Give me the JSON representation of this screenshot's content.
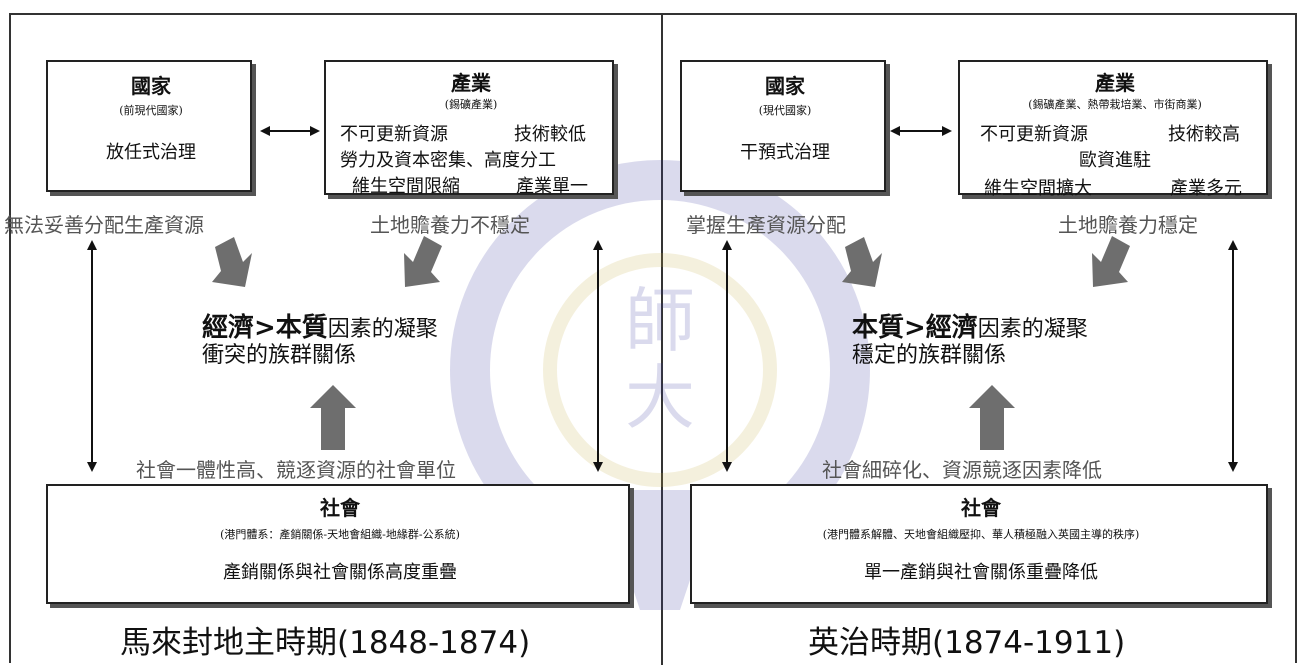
{
  "left": {
    "state": {
      "title": "國家",
      "subtitle": "(前現代國家)",
      "body": "放任式治理"
    },
    "industry": {
      "title": "產業",
      "subtitle": "(錫礦產業)",
      "line1a": "不可更新資源",
      "line1b": "技術較低",
      "line2": "勞力及資本密集、高度分工",
      "line3a": "維生空間限縮",
      "line3b": "產業單一"
    },
    "label_state": "無法妥善分配生產資源",
    "label_industry": "土地贍養力不穩定",
    "center_bold": "經濟>本質",
    "center_rest": "因素的凝聚",
    "center_line2": "衝突的族群關係",
    "society_label": "社會一體性高、競逐資源的社會單位",
    "society": {
      "title": "社會",
      "subtitle": "(港門體系：產銷關係-天地會組織-地緣群-公系統)",
      "body": "產銷關係與社會關係高度重疊"
    },
    "period": "馬來封地主時期(1848-1874)"
  },
  "right": {
    "state": {
      "title": "國家",
      "subtitle": "(現代國家)",
      "body": "干預式治理"
    },
    "industry": {
      "title": "產業",
      "subtitle": "(錫礦產業、熱帶栽培業、市街商業)",
      "line1a": "不可更新資源",
      "line1b": "技術較高",
      "line2": "歐資進駐",
      "line3a": "維生空間擴大",
      "line3b": "產業多元"
    },
    "label_state": "掌握生產資源分配",
    "label_industry": "土地贍養力穩定",
    "center_bold": "本質>經濟",
    "center_rest": "因素的凝聚",
    "center_line2": "穩定的族群關係",
    "society_label": "社會細碎化、資源競逐因素降低",
    "society": {
      "title": "社會",
      "subtitle": "(港門體系解體、天地會組織壓抑、華人積極融入英國主導的秩序)",
      "body": "單一產銷與社會關係重疊降低"
    },
    "period": "英治時期(1874-1911)"
  },
  "watermark": {
    "top": "師",
    "bottom": "大"
  },
  "colors": {
    "arrow_gray": "#6e6e6e",
    "watermark_blue": "#3a3aa0",
    "watermark_gold": "#c8b048"
  }
}
